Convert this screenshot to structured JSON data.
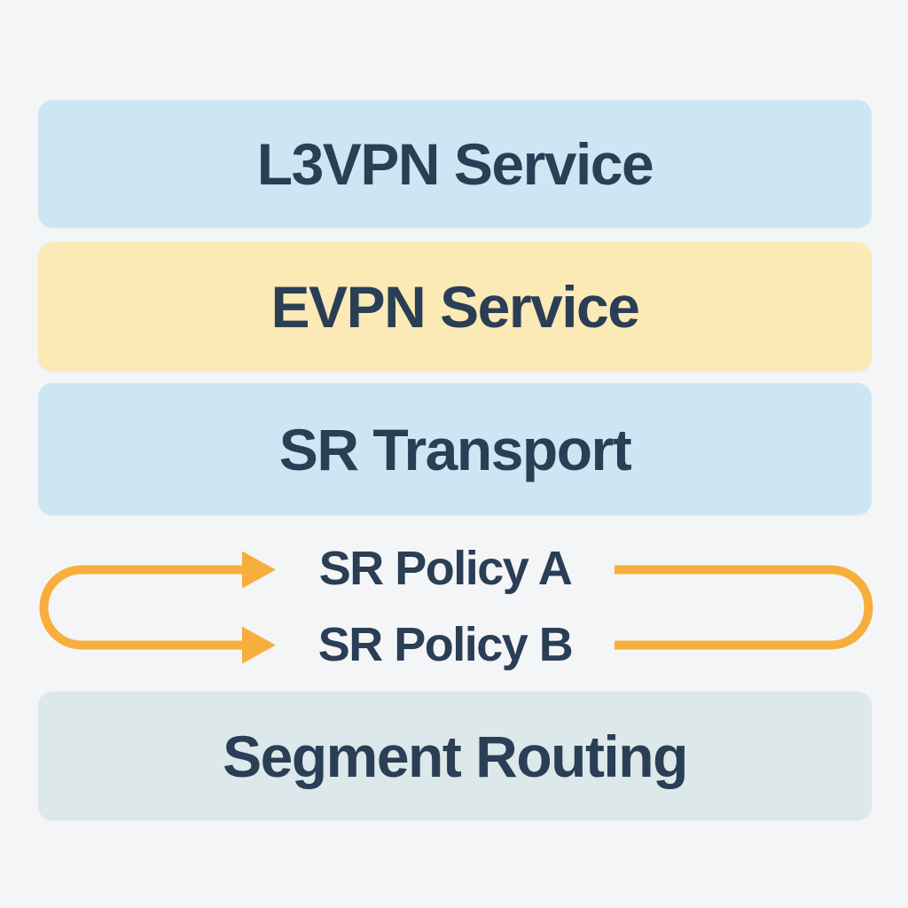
{
  "diagram": {
    "title_hint": "SR / EVPN service layering diagram",
    "background_color": "#f4f5f7",
    "text_color": "#2a3e55",
    "layers": [
      {
        "id": "l3vpn",
        "label": "L3VPN Service",
        "fill": "#cde6f3"
      },
      {
        "id": "evpn",
        "label": "EVPN Service",
        "fill": "#fbe9b6"
      },
      {
        "id": "sr-transport",
        "label": "SR Transport",
        "fill": "#cde6f3"
      },
      {
        "id": "segment-routing",
        "label": "Segment Routing",
        "fill": "#dce8e9"
      }
    ],
    "policies": {
      "arrow_color": "#f7ae3c",
      "items": [
        {
          "id": "sr-policy-a",
          "label": "SR Policy A"
        },
        {
          "id": "sr-policy-b",
          "label": "SR Policy B"
        }
      ]
    }
  }
}
